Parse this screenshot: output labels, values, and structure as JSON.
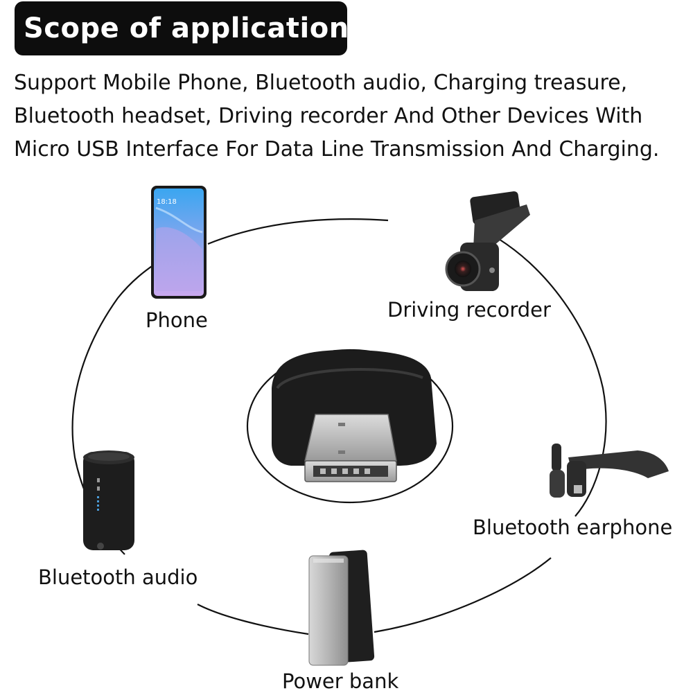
{
  "header": {
    "title": "Scope of application:"
  },
  "description": {
    "lines": [
      "Support Mobile Phone, Bluetooth audio, Charging treasure,",
      "Bluetooth headset, Driving recorder And Other Devices With",
      "Micro USB Interface For Data Line Transmission And Charging."
    ]
  },
  "devices": {
    "phone": {
      "label": "Phone",
      "screen_time": "18:18"
    },
    "driving_recorder": {
      "label": "Driving recorder"
    },
    "bluetooth_earphone": {
      "label": "Bluetooth earphone"
    },
    "bluetooth_audio": {
      "label": "Bluetooth audio"
    },
    "power_bank": {
      "label": "Power bank"
    }
  },
  "center": {
    "connector_icon": "micro-usb-connector-icon"
  },
  "colors": {
    "title_background": "#0d0d0d",
    "title_text": "#ffffff",
    "body_text": "#111111",
    "ring": "#111111"
  }
}
